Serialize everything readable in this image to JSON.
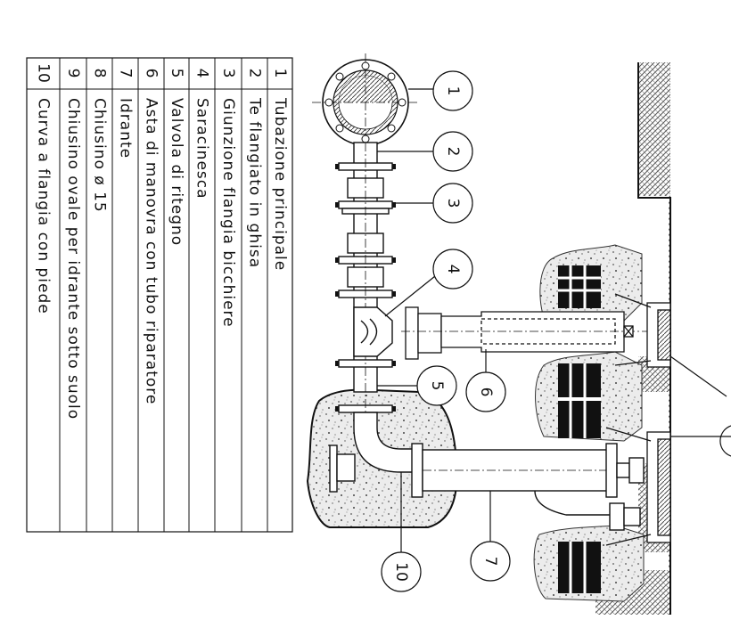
{
  "legend": [
    {
      "number": "1",
      "label": "Tubazione principale"
    },
    {
      "number": "2",
      "label": "Te flangiato in ghisa"
    },
    {
      "number": "3",
      "label": "Giunzione flangia bicchiere"
    },
    {
      "number": "4",
      "label": "Saracinesca"
    },
    {
      "number": "5",
      "label": "Valvola di ritegno"
    },
    {
      "number": "6",
      "label": "Asta di manovra con tubo riparatore"
    },
    {
      "number": "7",
      "label": "Idrante"
    },
    {
      "number": "8",
      "label": "Chiusino ø 15"
    },
    {
      "number": "9",
      "label": "Chiusino ovale per idrante sotto suolo"
    },
    {
      "number": "10",
      "label": "Curva a flangia con piede"
    }
  ],
  "callouts": [
    {
      "label": "1"
    },
    {
      "label": "2"
    },
    {
      "label": "3"
    },
    {
      "label": "4"
    },
    {
      "label": "5"
    },
    {
      "label": "6"
    },
    {
      "label": "7"
    },
    {
      "label": "10"
    }
  ],
  "colors": {
    "line": "#111111",
    "concrete": "#dcdcdc",
    "soil_hatch": "#555555",
    "block": "#111111"
  }
}
